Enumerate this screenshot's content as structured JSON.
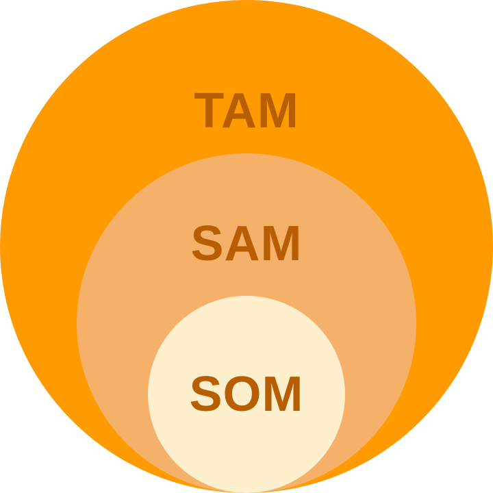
{
  "diagram": {
    "rings": [
      {
        "key": "tam",
        "label": "TAM",
        "fill": "#FF9A00",
        "text_color": "#B75E00"
      },
      {
        "key": "sam",
        "label": "SAM",
        "fill": "#F5B06A",
        "text_color": "#B75E00"
      },
      {
        "key": "som",
        "label": "SOM",
        "fill": "#FEEFCD",
        "text_color": "#B75E00"
      }
    ]
  }
}
